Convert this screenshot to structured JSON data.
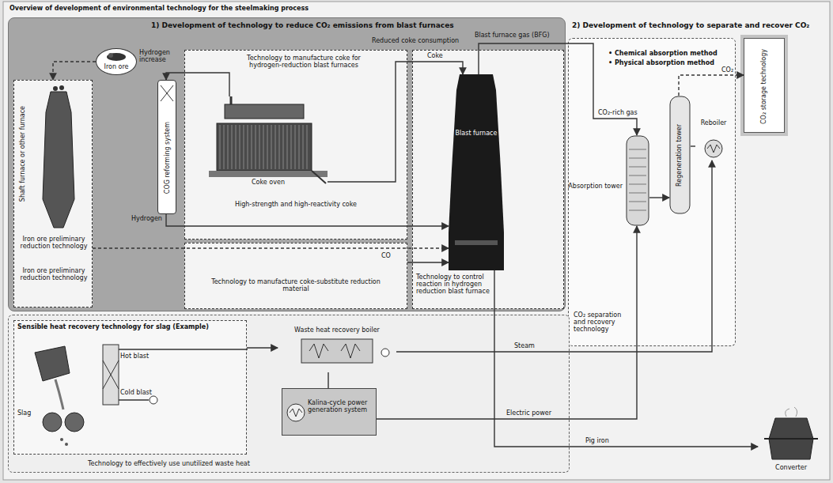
{
  "diagram": {
    "title": "Overview of development of environmental technology for the steelmaking process",
    "nodes": [
      {
        "text": [
          "1) Development of technology to reduce CO₂ emissions from blast furnaces"
        ]
      },
      {
        "text": [
          "Shaft furnace or other furnace",
          "Iron ore preliminary reduction technology",
          "Iron ore preliminary reduction technology"
        ],
        "in": 0
      },
      {
        "text": [
          "Iron ore"
        ],
        "in": 0
      },
      {
        "text": [
          "COG reforming system"
        ],
        "in": 0
      },
      {
        "text": [
          "Technology to manufacture coke for hydrogen-reduction blast furnaces",
          "High-strength and high-reactivity coke"
        ],
        "in": 0
      },
      {
        "text": [
          "Coke oven"
        ],
        "in": 4
      },
      {
        "text": [
          "Technology to manufacture coke-substitute reduction material"
        ],
        "in": 0
      },
      {
        "text": [
          "Technology to control reaction in hydrogen reduction blast furnace"
        ],
        "in": 0
      },
      {
        "text": [
          "Blast furnace"
        ],
        "in": 7
      },
      {
        "text": [
          "2) Development of technology to separate and recover CO₂",
          "• Chemical absorption method",
          "• Physical absorption method",
          "CO₂ separation and recovery technology"
        ]
      },
      {
        "text": [
          "Absorption tower"
        ],
        "in": 9
      },
      {
        "text": [
          "Regeneration tower"
        ],
        "in": 9
      },
      {
        "text": [
          "Reboiler"
        ],
        "in": 9
      },
      {
        "text": [
          "CO₂ storage technology"
        ]
      },
      {
        "text": [
          "Technology to effectively use unutilized waste heat"
        ]
      },
      {
        "text": [
          "Sensible heat recovery technology for slag (Example)"
        ],
        "in": 14
      },
      {
        "text": [
          "Waste heat recovery boiler"
        ],
        "in": 14
      },
      {
        "text": [
          "Kalina-cycle power generation system"
        ],
        "in": 14
      },
      {
        "text": [
          "Converter"
        ]
      }
    ],
    "edges": [
      {
        "from": 2,
        "to": 1,
        "arrow": "to"
      },
      {
        "from": 1,
        "to": 8,
        "arrow": "to"
      },
      {
        "from": 3,
        "to": 8,
        "arrow": "to"
      },
      {
        "from": 5,
        "to": 8,
        "label": "Coke",
        "arrow": "to"
      },
      {
        "from": 5,
        "to": 3,
        "arrow": "to"
      },
      {
        "from": 6,
        "to": 8,
        "label": "CO",
        "arrow": "to"
      },
      {
        "from": 8,
        "to": 10,
        "label": "CO₂-rich gas",
        "arrow": "to"
      },
      {
        "from": 10,
        "to": 11,
        "arrow": "to"
      },
      {
        "from": 11,
        "to": 13,
        "label": "CO₂",
        "arrow": "to"
      },
      {
        "from": 12,
        "to": 11,
        "arrow": "none"
      },
      {
        "from": 16,
        "to": 12,
        "label": "Steam",
        "arrow": "to"
      },
      {
        "from": 17,
        "to": 10,
        "label": "Electric power",
        "arrow": "to"
      },
      {
        "from": 8,
        "to": 18,
        "label": "Pig iron",
        "arrow": "to"
      },
      {
        "from": 15,
        "to": 16,
        "arrow": "to"
      },
      {
        "from": 17,
        "to": 16,
        "arrow": "none"
      }
    ],
    "labels": [
      "Reduced coke consumption",
      "Blast furnace gas (BFG)",
      "Hydrogen increase",
      "Hydrogen",
      "Slag",
      "Hot blast",
      "Cold blast"
    ]
  }
}
